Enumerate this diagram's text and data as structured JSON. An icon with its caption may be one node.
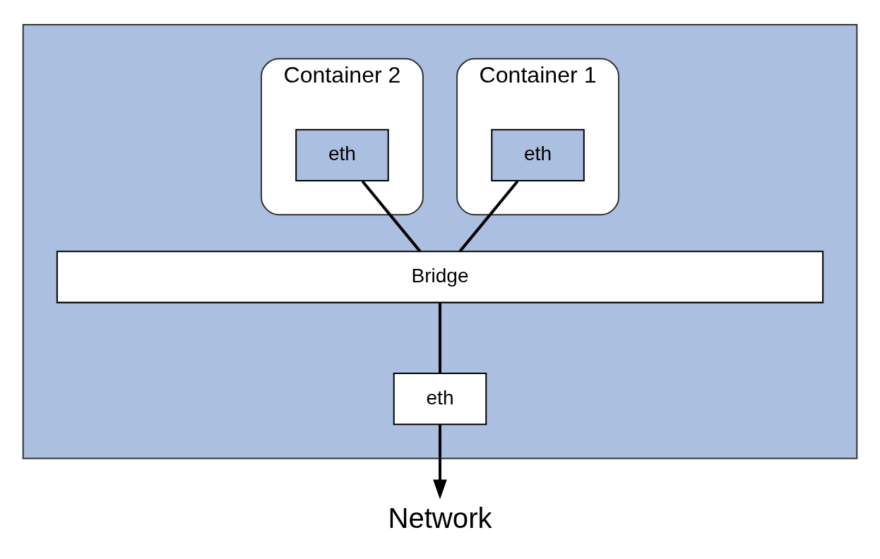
{
  "diagram": {
    "nodes": [
      {
        "text": [],
        "shape": "box"
      },
      {
        "text": [
          "Container 1"
        ],
        "in": 0
      },
      {
        "text": [
          "eth"
        ],
        "in": 1
      },
      {
        "text": [
          "Container 2"
        ],
        "in": 0
      },
      {
        "text": [
          "eth"
        ],
        "in": 3
      },
      {
        "text": [
          "Bridge"
        ],
        "in": 0
      },
      {
        "text": [
          "eth"
        ],
        "in": 0
      },
      {
        "text": [
          "Network"
        ]
      }
    ],
    "edges": [
      {
        "from": 2,
        "to": 5,
        "arrow": "none"
      },
      {
        "from": 4,
        "to": 5,
        "arrow": "none"
      },
      {
        "from": 5,
        "to": 6,
        "arrow": "none"
      },
      {
        "from": 6,
        "to": 7,
        "arrow": "to"
      }
    ]
  }
}
